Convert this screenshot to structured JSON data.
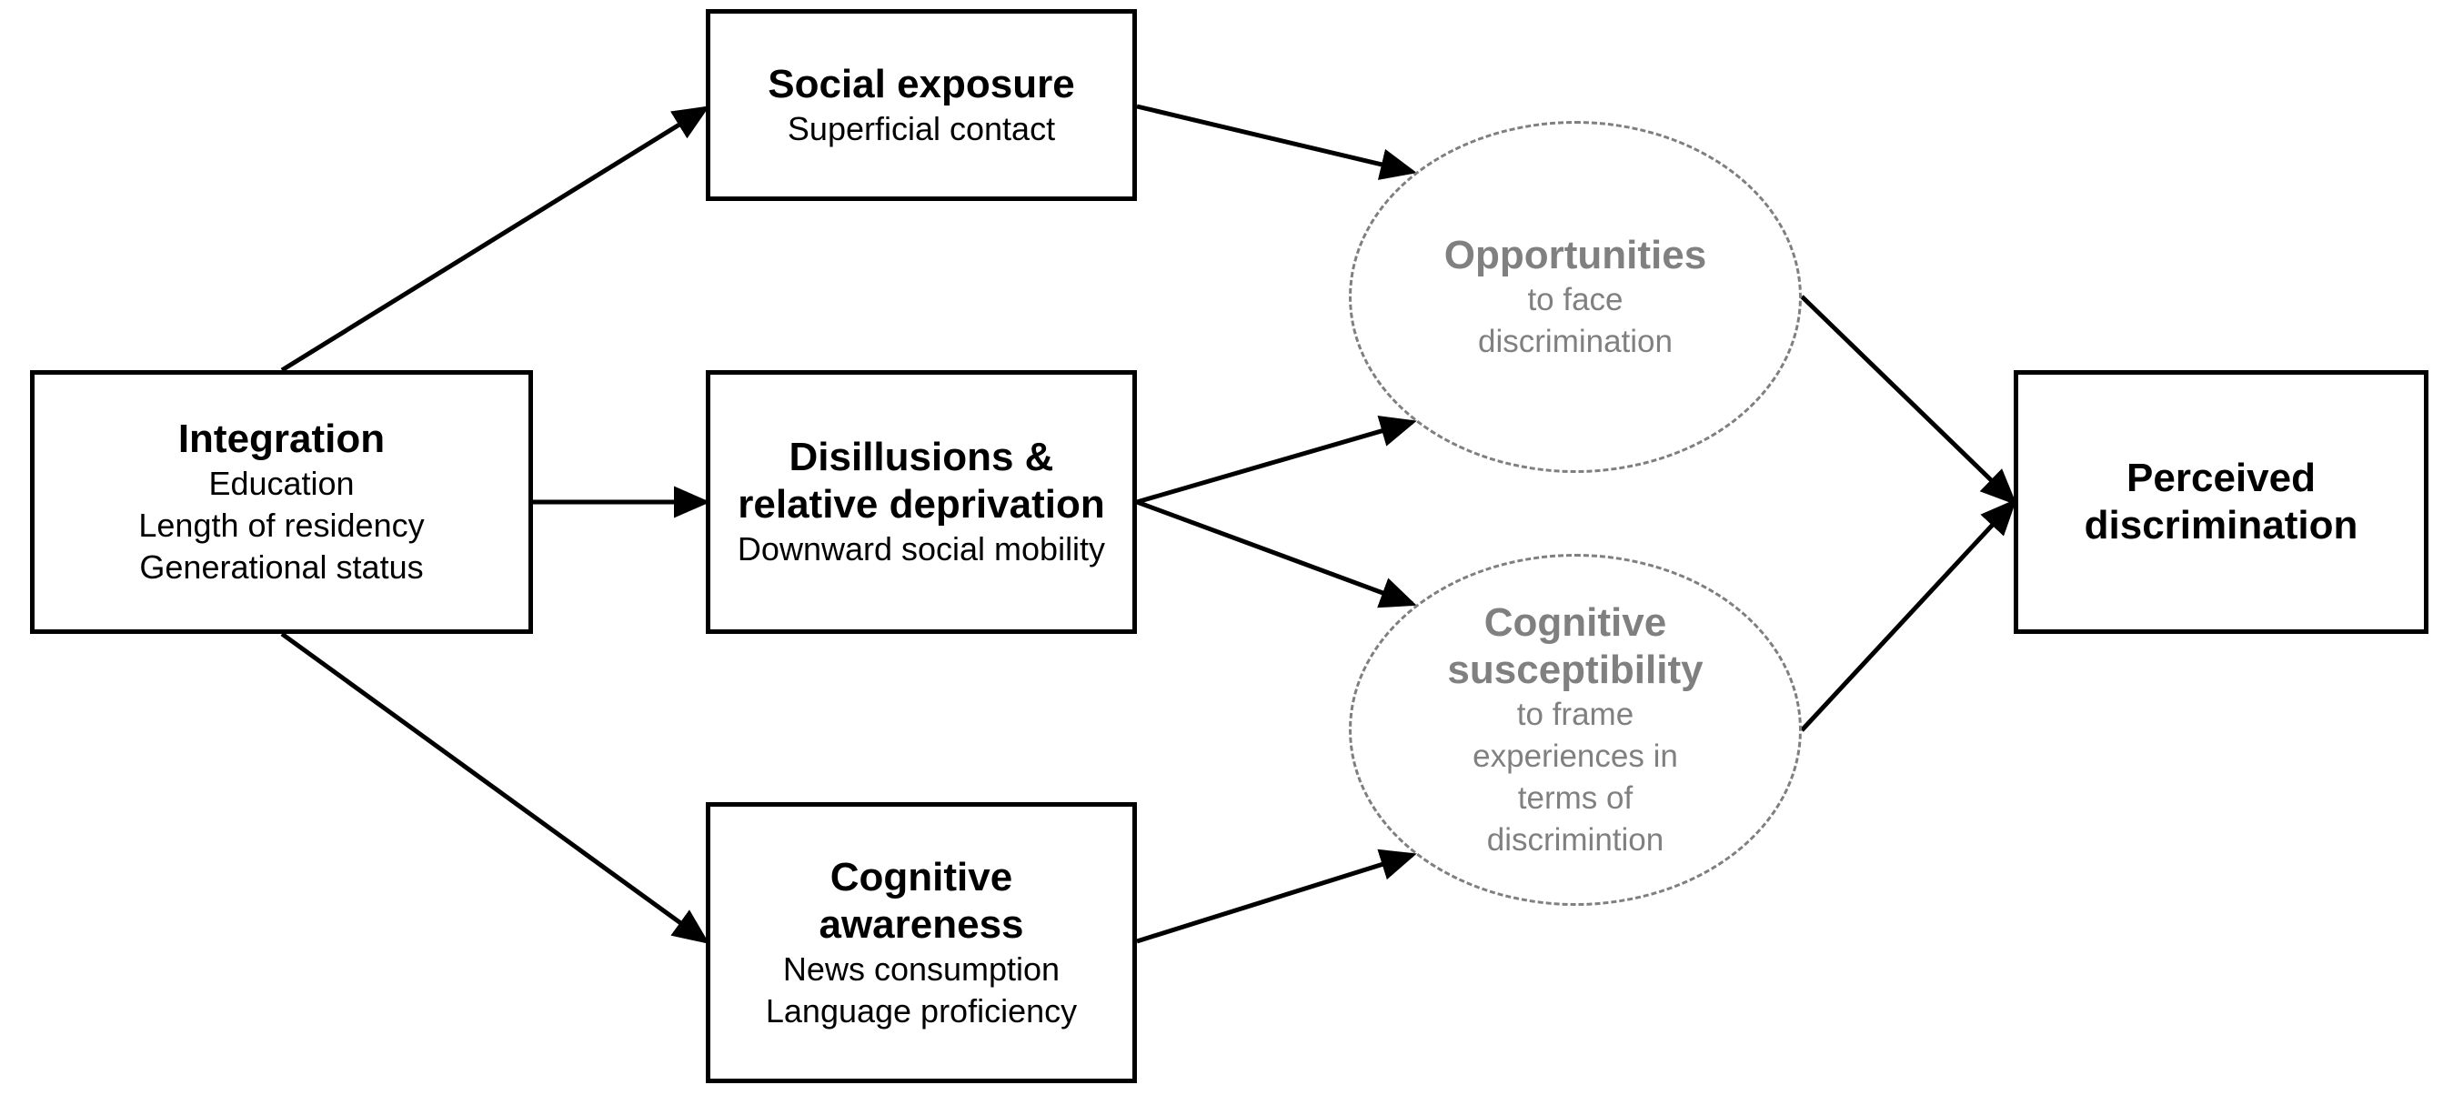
{
  "diagram": {
    "colors": {
      "box_border": "#000000",
      "arrow": "#000000",
      "ellipse_border": "#7f7f7f",
      "ellipse_text": "#808080",
      "box_text": "#000000"
    },
    "nodes": {
      "integration": {
        "title": "Integration",
        "lines": [
          "Education",
          "Length of residency",
          "Generational status"
        ]
      },
      "social_exposure": {
        "title": "Social exposure",
        "lines": [
          "Superficial contact"
        ]
      },
      "disillusions": {
        "title": "Disillusions &\nrelative deprivation",
        "lines": [
          "Downward social mobility"
        ]
      },
      "cognitive_awareness": {
        "title": "Cognitive\nawareness",
        "lines": [
          "News consumption",
          "Language proficiency"
        ]
      },
      "opportunities": {
        "title": "Opportunities",
        "lines": [
          "to face\ndiscrimination"
        ]
      },
      "cognitive_susceptibility": {
        "title": "Cognitive\nsusceptibility",
        "lines": [
          "to frame\nexperiences in\nterms of\ndiscrimintion"
        ]
      },
      "perceived_discrimination": {
        "title": "Perceived\ndiscrimination",
        "lines": []
      }
    },
    "edges": [
      {
        "from": "integration",
        "to": "social_exposure"
      },
      {
        "from": "integration",
        "to": "disillusions"
      },
      {
        "from": "integration",
        "to": "cognitive_awareness"
      },
      {
        "from": "social_exposure",
        "to": "opportunities"
      },
      {
        "from": "disillusions",
        "to": "opportunities"
      },
      {
        "from": "disillusions",
        "to": "cognitive_susceptibility"
      },
      {
        "from": "cognitive_awareness",
        "to": "cognitive_susceptibility"
      },
      {
        "from": "opportunities",
        "to": "perceived_discrimination"
      },
      {
        "from": "cognitive_susceptibility",
        "to": "perceived_discrimination"
      }
    ]
  }
}
